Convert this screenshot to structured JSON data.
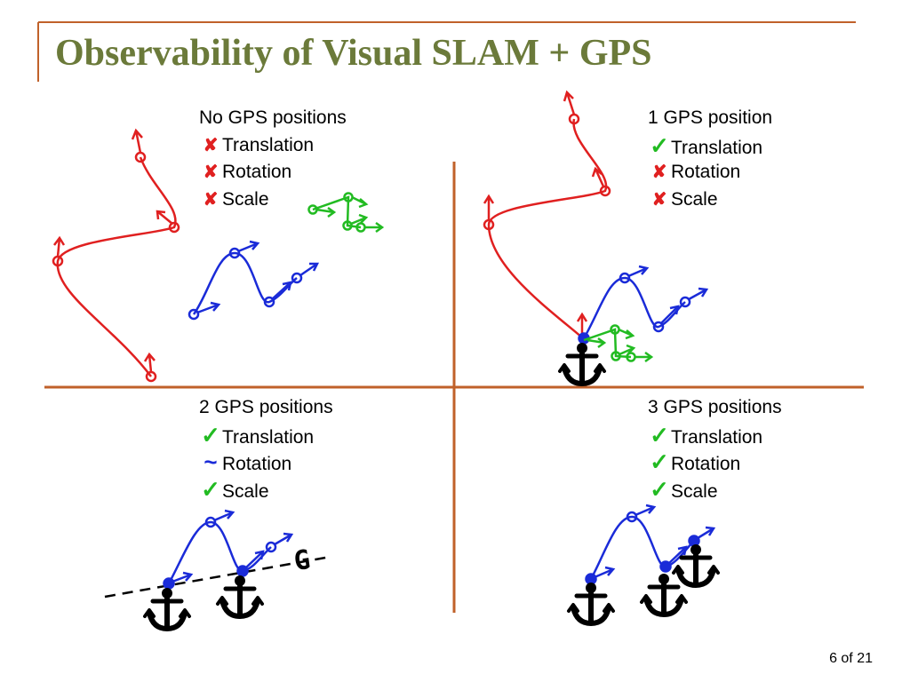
{
  "title": "Observability of Visual SLAM + GPS",
  "page_number": "6 of 21",
  "gps_label": "G",
  "colors": {
    "title": "#6b7a3a",
    "divider": "#c0612a",
    "trajectory_red": "#e02020",
    "trajectory_blue": "#1a2bd8",
    "trajectory_green": "#22bb22",
    "check": "#22bb22",
    "cross": "#e02020",
    "approx": "#1a2bd8"
  },
  "panels": [
    {
      "heading": "No GPS positions",
      "rows": [
        {
          "status": "cross",
          "symbol": "✘",
          "label": "Translation"
        },
        {
          "status": "cross",
          "symbol": "✘",
          "label": "Rotation"
        },
        {
          "status": "cross",
          "symbol": "✘",
          "label": "Scale"
        }
      ]
    },
    {
      "heading": "1 GPS position",
      "rows": [
        {
          "status": "check",
          "symbol": "✓",
          "label": "Translation"
        },
        {
          "status": "cross",
          "symbol": "✘",
          "label": "Rotation"
        },
        {
          "status": "cross",
          "symbol": "✘",
          "label": "Scale"
        }
      ]
    },
    {
      "heading": "2 GPS positions",
      "rows": [
        {
          "status": "check",
          "symbol": "✓",
          "label": "Translation"
        },
        {
          "status": "approx",
          "symbol": "~",
          "label": "Rotation"
        },
        {
          "status": "check",
          "symbol": "✓",
          "label": "Scale"
        }
      ]
    },
    {
      "heading": "3 GPS positions",
      "rows": [
        {
          "status": "check",
          "symbol": "✓",
          "label": "Translation"
        },
        {
          "status": "check",
          "symbol": "✓",
          "label": "Rotation"
        },
        {
          "status": "check",
          "symbol": "✓",
          "label": "Scale"
        }
      ]
    }
  ]
}
